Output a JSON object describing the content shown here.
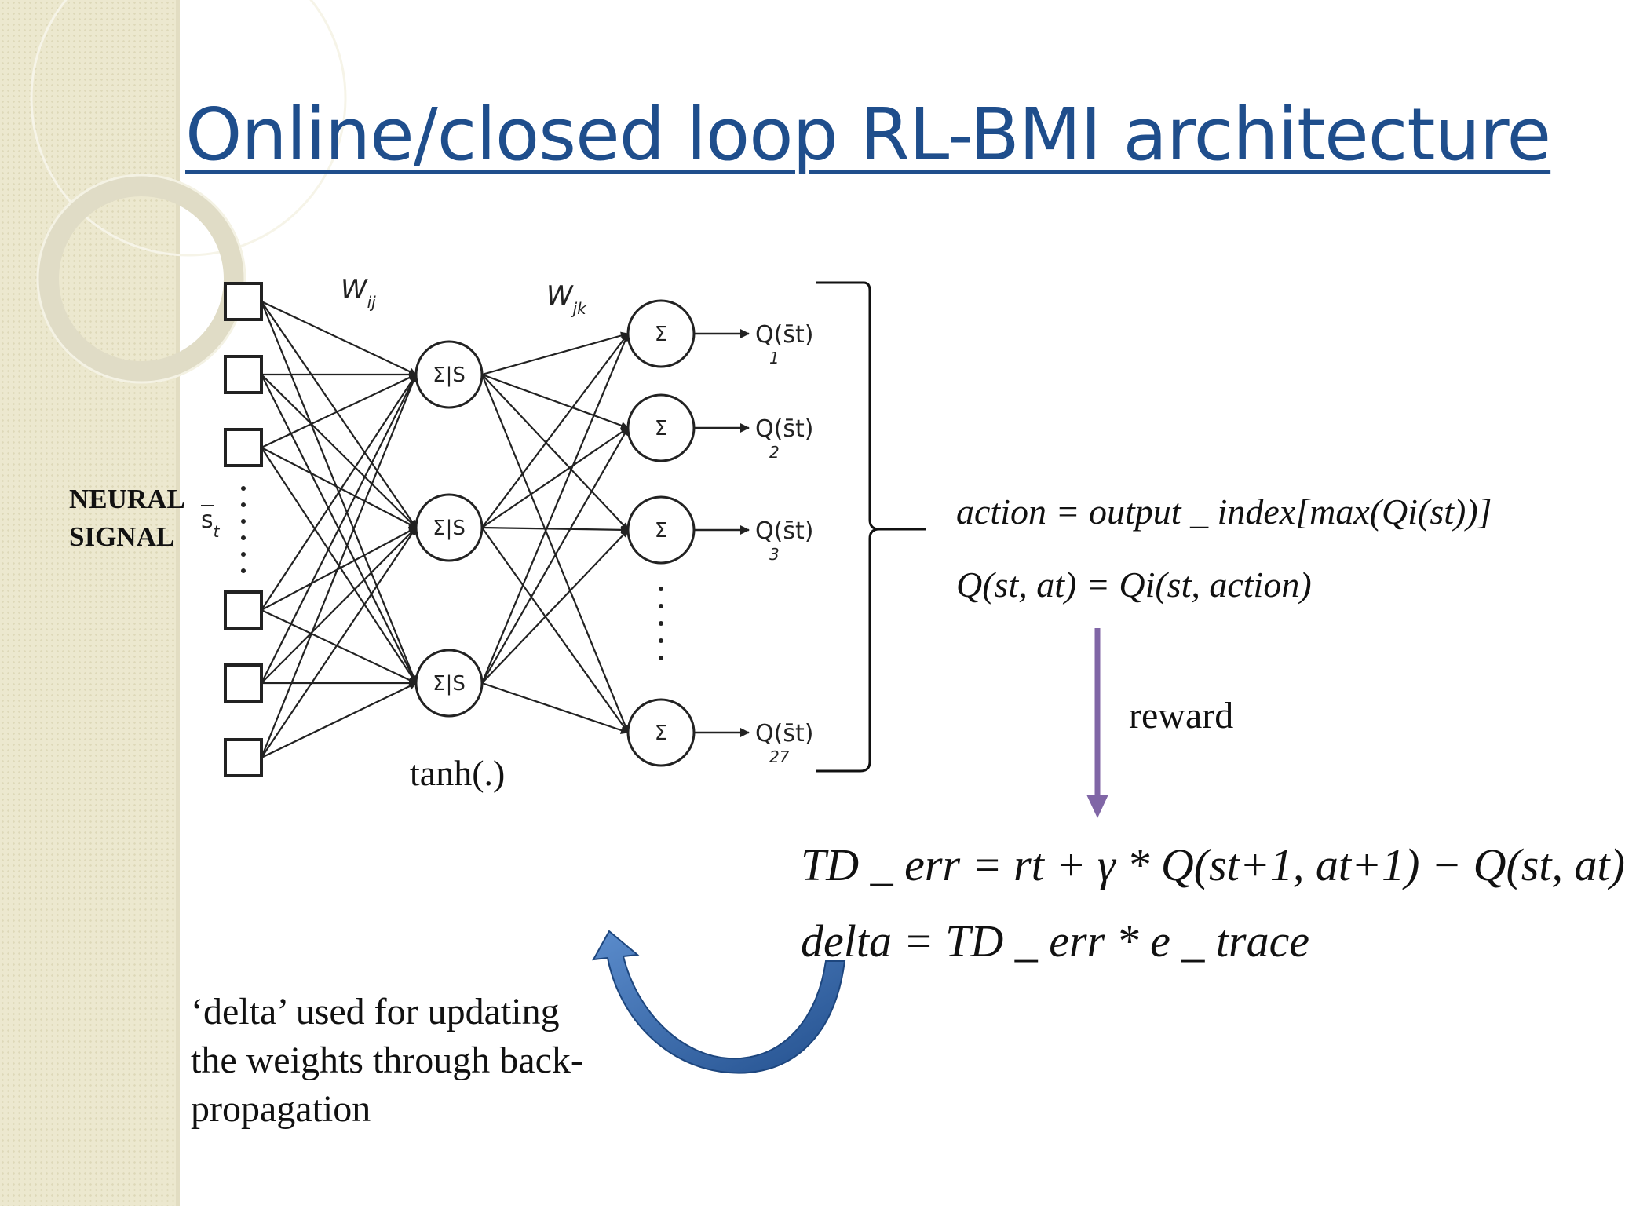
{
  "title": "Online/closed loop RL-BMI architecture",
  "network": {
    "weight_ij": "W",
    "weight_ij_sub": "ij",
    "weight_jk": "W",
    "weight_jk_sub": "jk",
    "input_label": "s",
    "input_label_sub": "t",
    "hidden_node_label": "Σ|S",
    "output_node_label": "Σ",
    "output_label_template": "Q(s̄",
    "output_labels": [
      "Q(s̄t)",
      "Q(s̄t)",
      "Q(s̄t)",
      "Q(s̄t)"
    ],
    "output_indices": [
      "1",
      "2",
      "3",
      "27"
    ],
    "activation": "tanh(.)"
  },
  "neural_signal_label": "NEURAL SIGNAL",
  "equations": {
    "action": "action = output _ index[max(Qi(st))]",
    "q_value": "Q(st, at) = Qi(st, action)",
    "reward_label": "reward",
    "td_err": "TD _ err = rt + γ * Q(st+1, at+1) − Q(st, at)",
    "delta": "delta = TD _ err * e _ trace"
  },
  "caption": "‘delta’ used for updating the weights through back-propagation",
  "colors": {
    "title": "#1f4e8c",
    "reward_arrow": "#8066a6",
    "loop_arrow": "#2e5f9e",
    "sidebar": "#ece8cf"
  }
}
